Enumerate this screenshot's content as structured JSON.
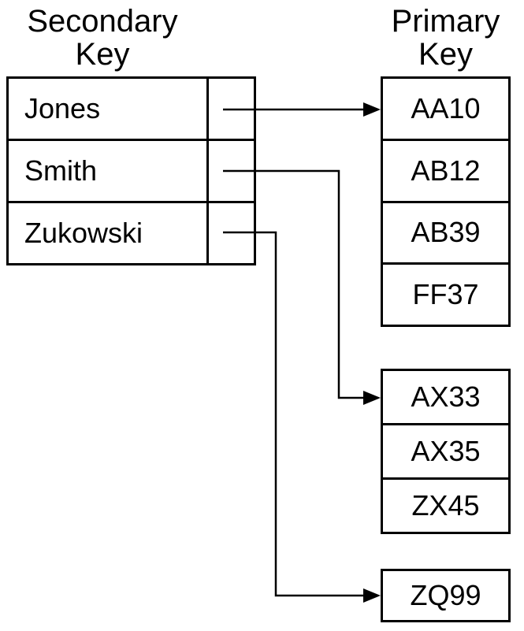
{
  "titles": {
    "secondary": [
      "Secondary",
      "Key"
    ],
    "primary": [
      "Primary",
      "Key"
    ]
  },
  "secondary_keys": [
    "Jones",
    "Smith",
    "Zukowski"
  ],
  "primary_groups": [
    [
      "AA10",
      "AB12",
      "AB39",
      "FF37"
    ],
    [
      "AX33",
      "AX35",
      "ZX45"
    ],
    [
      "ZQ99"
    ]
  ],
  "colors": {
    "line": "#000000",
    "background": "#ffffff"
  }
}
